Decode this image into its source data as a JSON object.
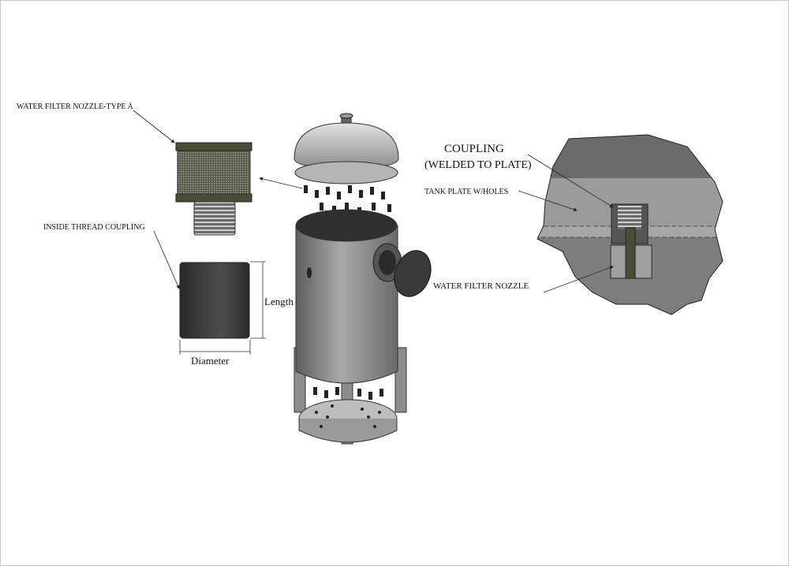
{
  "labels": {
    "nozzle_type_a": "WATER FILTER NOZZLE-TYPE A",
    "inside_thread_coupling": "INSIDE THREAD COUPLING",
    "length": "Length",
    "diameter": "Diameter",
    "coupling": "COUPLING",
    "welded_to_plate": "(WELDED TO PLATE)",
    "tank_plate": "TANK PLATE W/HOLES",
    "water_filter_nozzle": "WATER FILTER NOZZLE"
  },
  "colors": {
    "steel_light": "#c9c9c9",
    "steel_mid": "#8f8f8f",
    "steel_dark": "#3c3c3c",
    "nozzle_olive": "#4a4c38"
  }
}
